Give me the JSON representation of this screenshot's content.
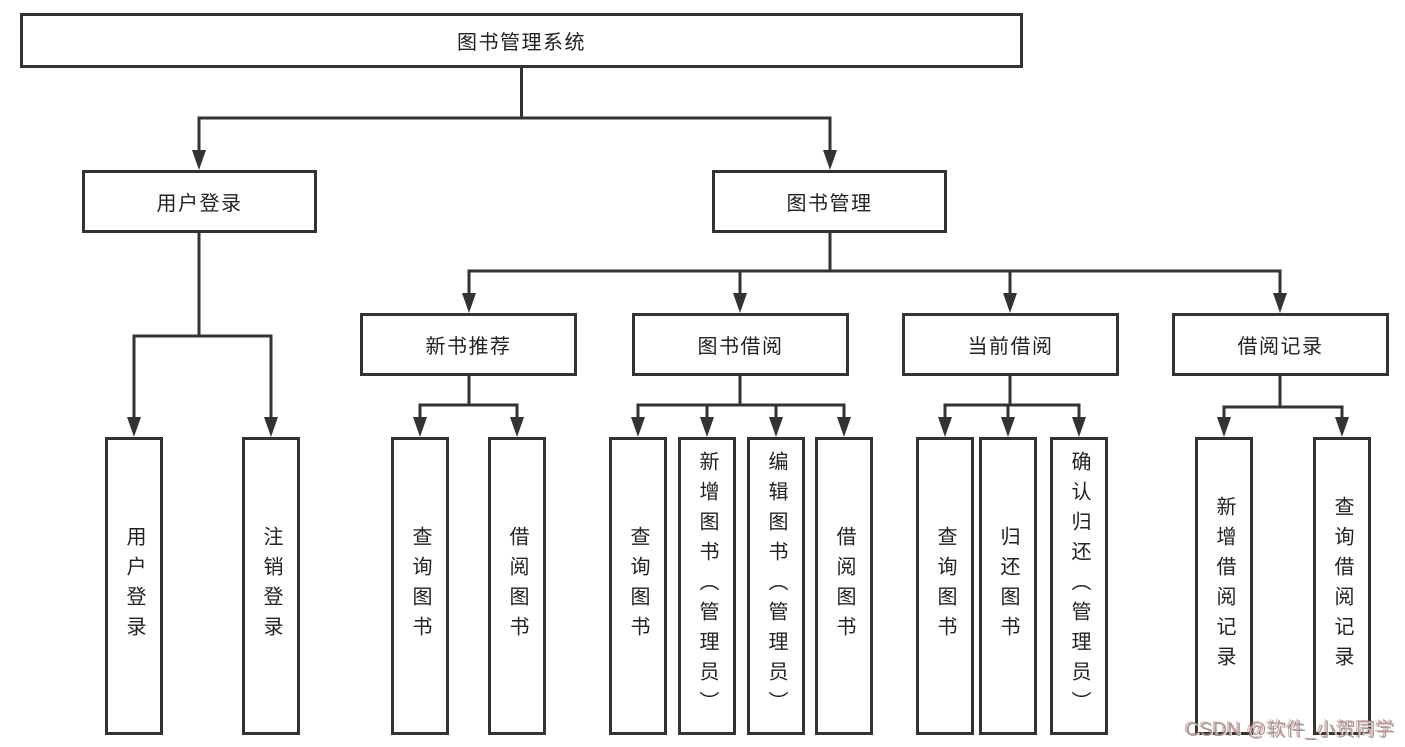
{
  "tree": {
    "root": "图书管理系统",
    "branches": [
      {
        "label": "用户登录",
        "children": [
          "用户登录",
          "注销登录"
        ]
      },
      {
        "label": "图书管理",
        "groups": [
          {
            "label": "新书推荐",
            "children": [
              "查询图书",
              "借阅图书"
            ]
          },
          {
            "label": "图书借阅",
            "children": [
              "查询图书",
              "新增图书（管理员）",
              "编辑图书（管理员）",
              "借阅图书"
            ]
          },
          {
            "label": "当前借阅",
            "children": [
              "查询图书",
              "归还图书",
              "确认归还（管理员）"
            ]
          },
          {
            "label": "借阅记录",
            "children": [
              "新增借阅记录",
              "查询借阅记录"
            ]
          }
        ]
      }
    ]
  },
  "watermark": {
    "text": "CSDN @软件_小贺同学"
  },
  "colors": {
    "line": "#333333",
    "box_border": "#333333",
    "text": "#222222",
    "background": "#ffffff",
    "watermark_gray": "#9d9d9d",
    "watermark_red": "#c03c3c"
  }
}
